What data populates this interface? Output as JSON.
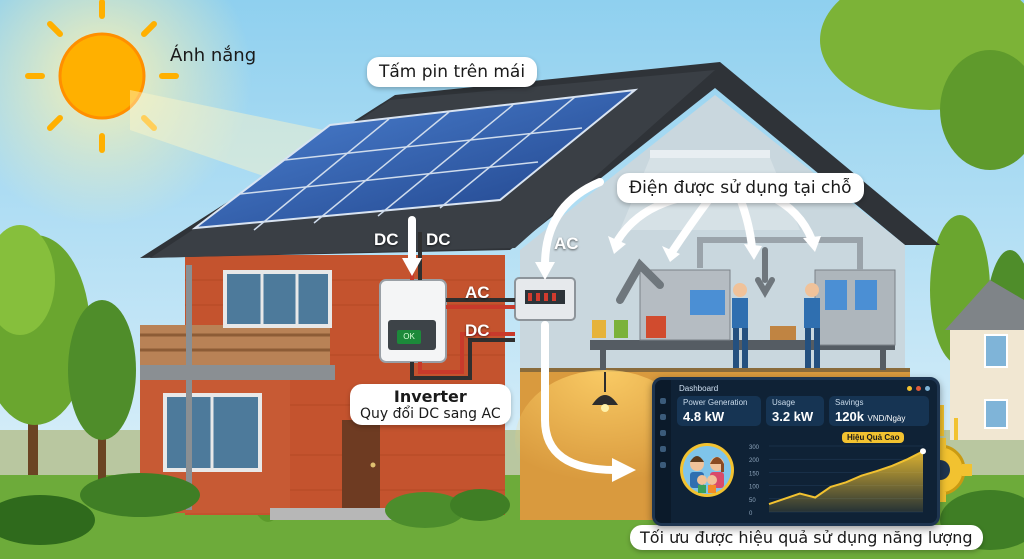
{
  "labels": {
    "sunlight": "Ánh nắng",
    "roof_panels": "Tấm pin trên mái",
    "onsite_use": "Điện được sử dụng tại chỗ",
    "inverter_title": "Inverter",
    "inverter_desc": "Quy đổi DC sang AC",
    "optimize": "Tối ưu được hiệu quả sử dụng năng lượng"
  },
  "flow_tags": {
    "dc_left": "DC",
    "dc_right": "DC",
    "ac_out": "AC",
    "dc_in": "DC",
    "ac_panel": "AC"
  },
  "inverter": {
    "status": "OK"
  },
  "dashboard": {
    "title": "Dashboard",
    "cards": [
      {
        "label": "Power Generation",
        "value": "4.8 kW",
        "unit": ""
      },
      {
        "label": "Usage",
        "value": "3.2 kW",
        "unit": ""
      },
      {
        "label": "Savings",
        "value": "120k",
        "unit": "VND/Ngày"
      }
    ],
    "badge": "Hiệu Quả Cao",
    "chart": {
      "type": "area",
      "y_ticks": [
        "300",
        "200",
        "150",
        "100",
        "50",
        "0"
      ],
      "values": [
        0.12,
        0.2,
        0.28,
        0.22,
        0.38,
        0.45,
        0.55,
        0.62,
        0.7,
        0.8,
        0.92
      ]
    }
  },
  "colors": {
    "sky_top": "#8fd0ef",
    "sky_bottom": "#e6f4fb",
    "brick": "#c4532e",
    "roof": "#2f3338",
    "panel": "#2b5aa8",
    "arrow": "#ffffff",
    "sun": "#ffb000",
    "dashboard_bg": "#0f2236",
    "accent_gold": "#f2c230"
  },
  "icons": [
    "sun-icon",
    "family-icon",
    "gear-icon",
    "lamp-icon",
    "robot-arm-icon",
    "worker-icon"
  ]
}
